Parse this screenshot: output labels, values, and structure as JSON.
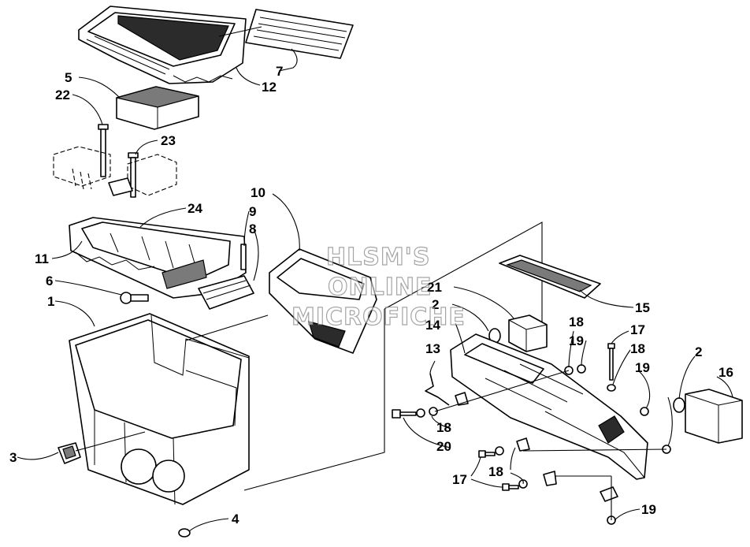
{
  "watermark": {
    "line1": "HLSM'S",
    "line2": "ONLINE",
    "line3": "MICROFICHE"
  },
  "callouts": [
    {
      "id": "c7",
      "label": "7"
    },
    {
      "id": "c12",
      "label": "12"
    },
    {
      "id": "c5",
      "label": "5"
    },
    {
      "id": "c22",
      "label": "22"
    },
    {
      "id": "c23",
      "label": "23"
    },
    {
      "id": "c24",
      "label": "24"
    },
    {
      "id": "c10",
      "label": "10"
    },
    {
      "id": "c9",
      "label": "9"
    },
    {
      "id": "c8",
      "label": "8"
    },
    {
      "id": "c11",
      "label": "11"
    },
    {
      "id": "c6",
      "label": "6"
    },
    {
      "id": "c1",
      "label": "1"
    },
    {
      "id": "c3",
      "label": "3"
    },
    {
      "id": "c4",
      "label": "4"
    },
    {
      "id": "c21",
      "label": "21"
    },
    {
      "id": "c2a",
      "label": "2"
    },
    {
      "id": "c14",
      "label": "14"
    },
    {
      "id": "c13",
      "label": "13"
    },
    {
      "id": "c15",
      "label": "15"
    },
    {
      "id": "c18a",
      "label": "18"
    },
    {
      "id": "c19a",
      "label": "19"
    },
    {
      "id": "c17a",
      "label": "17"
    },
    {
      "id": "c18b",
      "label": "18"
    },
    {
      "id": "c2b",
      "label": "2"
    },
    {
      "id": "c16",
      "label": "16"
    },
    {
      "id": "c19b",
      "label": "19"
    },
    {
      "id": "c18c",
      "label": "18"
    },
    {
      "id": "c20",
      "label": "20"
    },
    {
      "id": "c17b",
      "label": "17"
    },
    {
      "id": "c18d",
      "label": "18"
    },
    {
      "id": "c19c",
      "label": "19"
    }
  ]
}
